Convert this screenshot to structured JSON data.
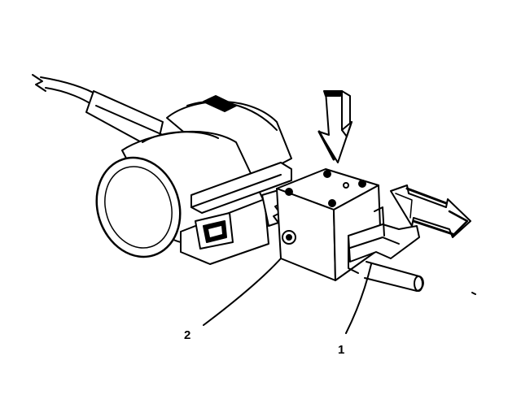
{
  "callouts": [
    {
      "label": "2",
      "target": "mounting-block"
    },
    {
      "label": "1",
      "target": "shaft-bracket"
    }
  ],
  "arrows": {
    "vertical": "press-down",
    "horizontal": "slide-left-right"
  },
  "colors": {
    "line": "#000000",
    "background": "#ffffff"
  }
}
